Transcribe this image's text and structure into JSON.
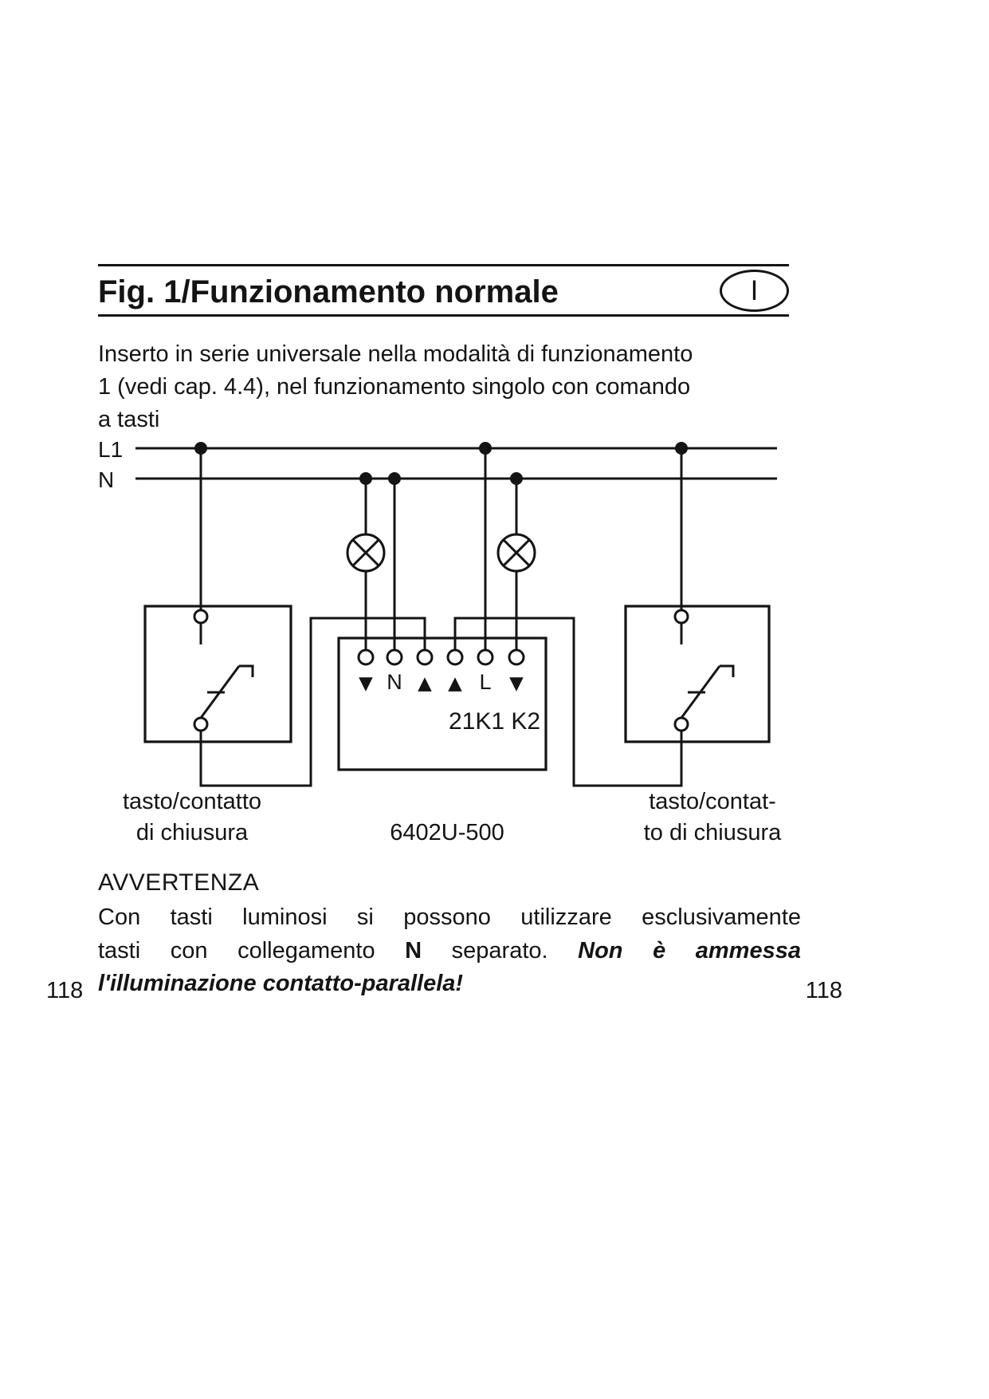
{
  "figure": {
    "title": "Fig. 1/Funzionamento normale",
    "language_badge": "I",
    "intro_line1": "Inserto in serie universale nella modalità di funzionamento",
    "intro_line2": "1 (vedi cap. 4.4), nel funzionamento singolo con comando",
    "intro_line3": "a tasti"
  },
  "diagram": {
    "labels": {
      "l1": "L1",
      "n": "N"
    },
    "terminals": [
      "▼",
      "N",
      "▲",
      "▲",
      "L",
      "▼"
    ],
    "unit": {
      "internal_label": "21K1 K2",
      "model": "6402U-500"
    },
    "left_switch": {
      "line1": "tasto/contatto",
      "line2": "di chiusura"
    },
    "right_switch": {
      "line1": "tasto/contat-",
      "line2": "to di chiusura"
    }
  },
  "notice": {
    "heading": "AVVERTENZA",
    "line1": "Con tasti luminosi si possono utilizzare esclusivamente",
    "line2_part1": "tasti con collegamento ",
    "line2_bold": "N",
    "line2_part2": " separato. ",
    "line2_bold_italic": "Non è ammessa",
    "line3_bold_italic": "l'illuminazione contatto-parallela!"
  },
  "page": {
    "number_left": "118",
    "number_right": "118"
  }
}
